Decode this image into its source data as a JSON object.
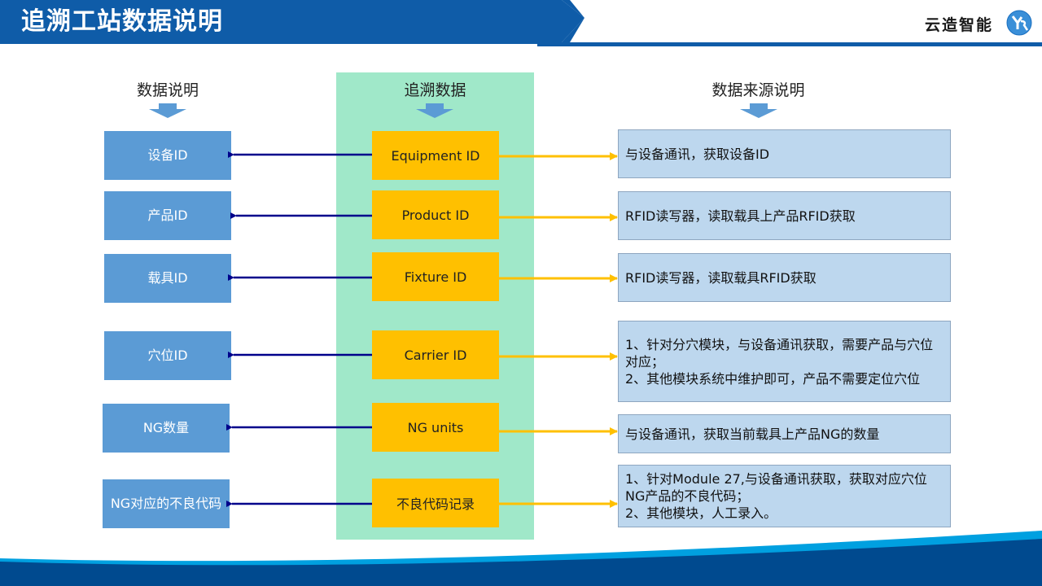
{
  "header": {
    "title": "追溯工站数据说明",
    "brand_name": "云造智能",
    "logo_icon": "yr-logo-icon"
  },
  "columns": {
    "left_title": "数据说明",
    "middle_title": "追溯数据",
    "right_title": "数据来源说明"
  },
  "rows": [
    {
      "description": "设备ID",
      "trace_field": "Equipment ID",
      "source": "与设备通讯，获取设备ID"
    },
    {
      "description": "产品ID",
      "trace_field": "Product ID",
      "source": "RFID读写器，读取载具上产品RFID获取"
    },
    {
      "description": "载具ID",
      "trace_field": "Fixture ID",
      "source": "RFID读写器，读取载具RFID获取"
    },
    {
      "description": "穴位ID",
      "trace_field": "Carrier ID",
      "source": "1、针对分穴模块，与设备通讯获取，需要产品与穴位对应；\n2、其他模块系统中维护即可，产品不需要定位穴位"
    },
    {
      "description": "NG数量",
      "trace_field": "NG units",
      "source": "与设备通讯，获取当前载具上产品NG的数量"
    },
    {
      "description": "NG对应的不良代码",
      "trace_field": "不良代码记录",
      "source": "1、针对Module 27,与设备通讯获取，获取对应穴位NG产品的不良代码；\n2、其他模块，人工录入。"
    }
  ],
  "colors": {
    "header_blue": "#0f5ca8",
    "left_box": "#5b9bd5",
    "middle_box": "#ffc000",
    "middle_column": "#a0e8c9",
    "right_box": "#bdd7ee",
    "left_arrow": "#00008b",
    "right_arrow": "#ffc000",
    "footer_dark": "#004a8f",
    "footer_light": "#00a0e0"
  }
}
